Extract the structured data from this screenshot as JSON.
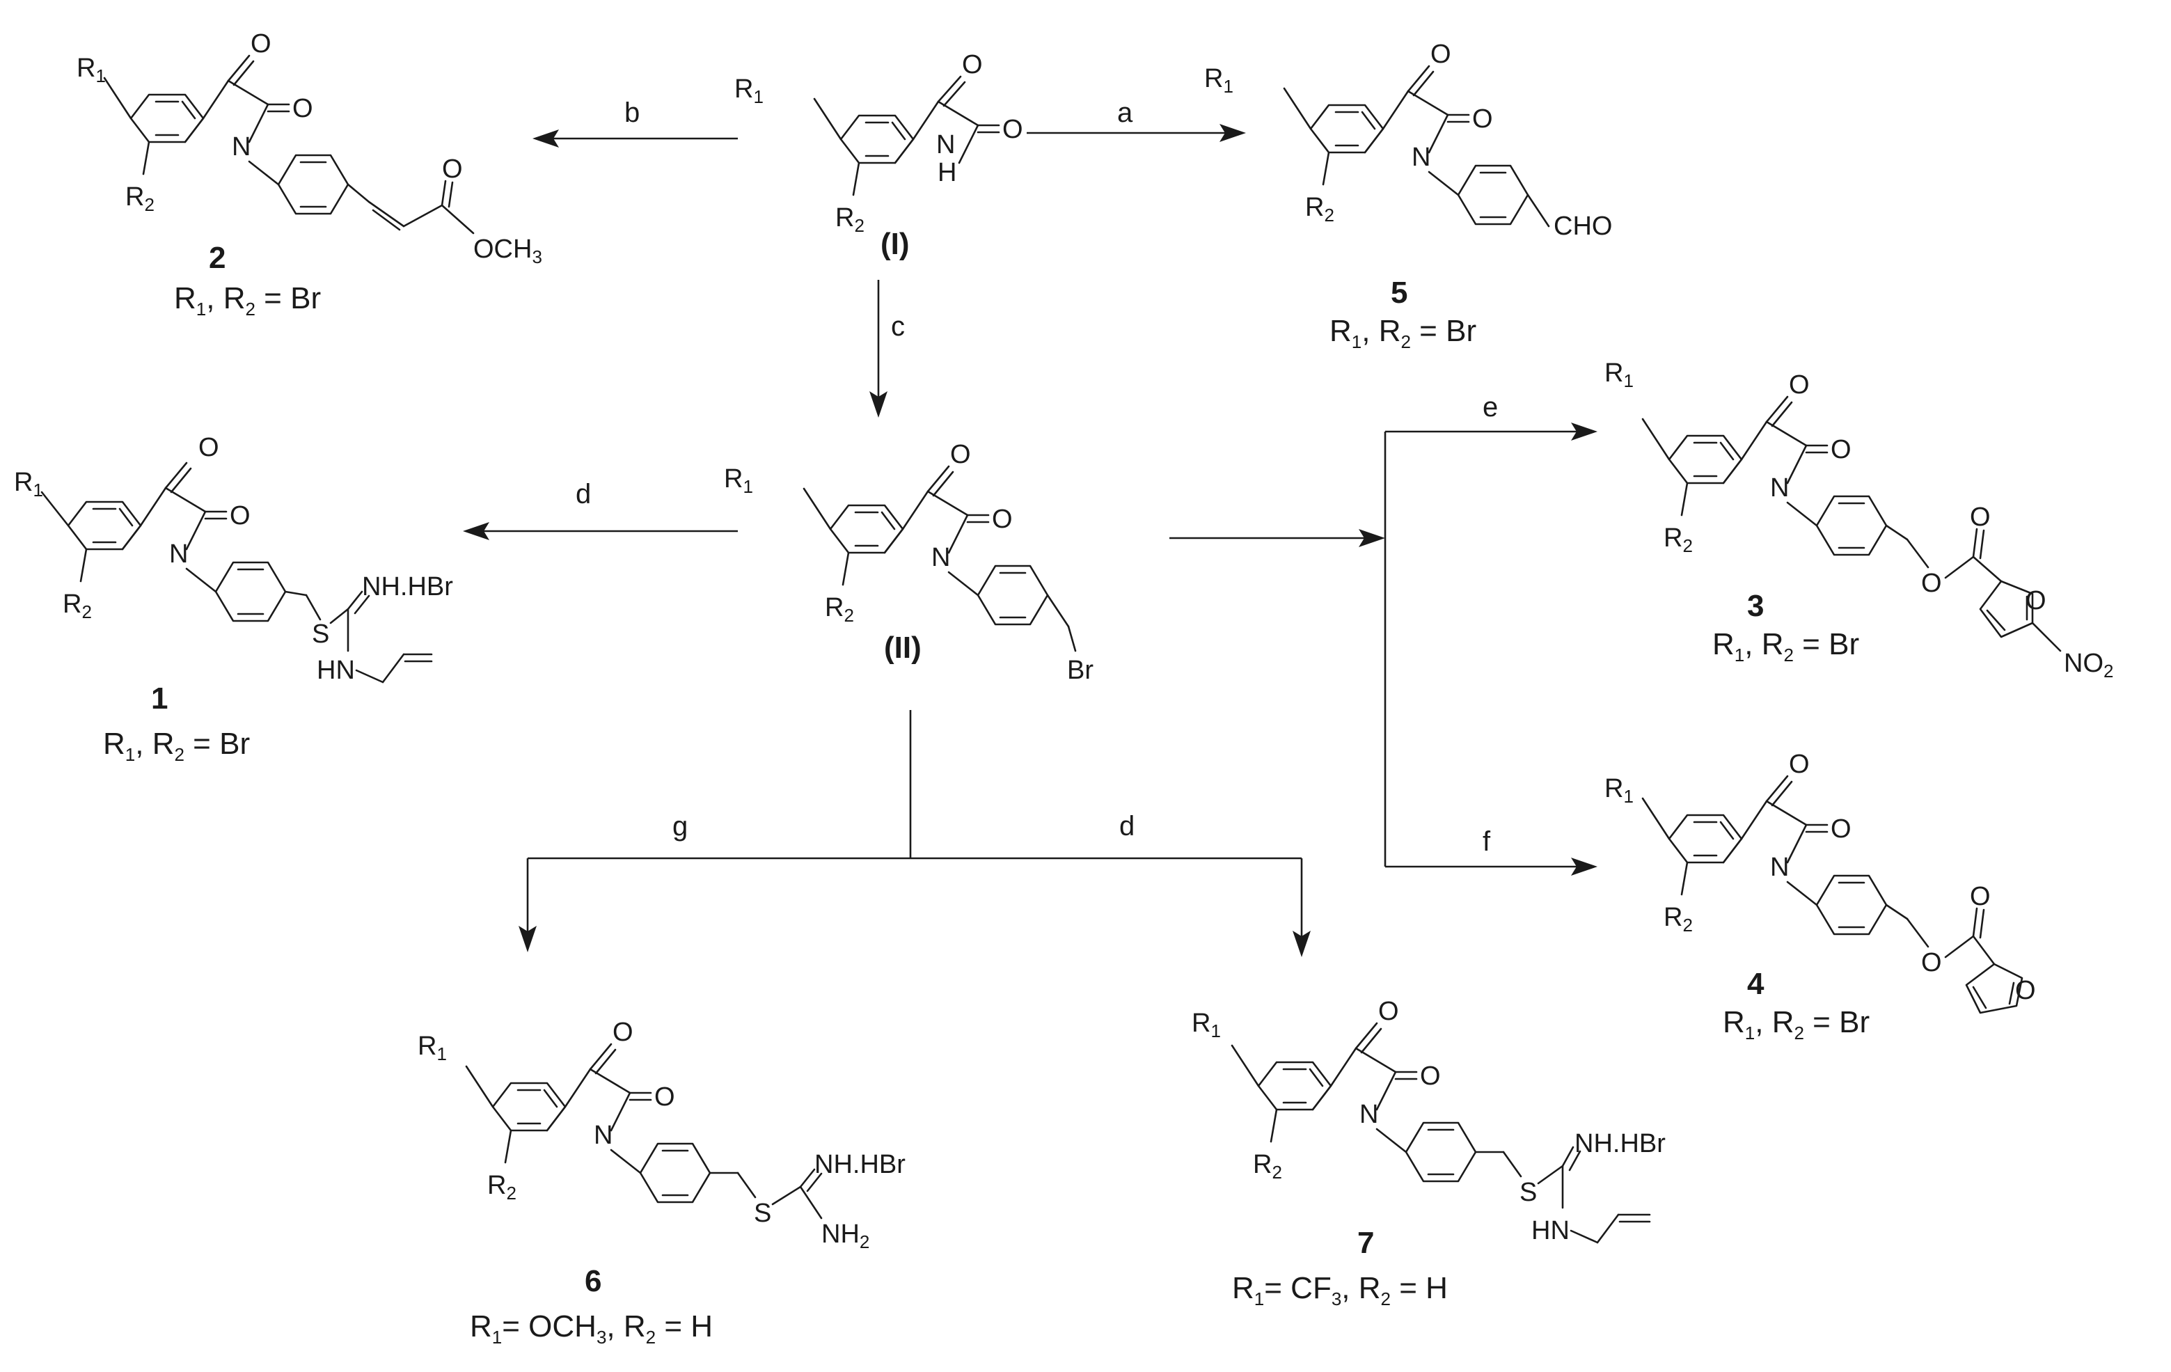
{
  "reagents": {
    "a": "a",
    "b": "b",
    "c": "c",
    "d1": "d",
    "d2": "d",
    "e": "e",
    "f": "f",
    "g": "g"
  },
  "labels": {
    "start": "(I)",
    "intermediate": "(II)",
    "c1": "1",
    "c2": "2",
    "c3": "3",
    "c4": "4",
    "c5": "5",
    "c6": "6",
    "c7": "7"
  },
  "atoms": {
    "O": "O",
    "N": "N",
    "H": "H",
    "R": "R",
    "S": "S",
    "s1": "1",
    "s2": "2",
    "s3": "3",
    "Br": "Br",
    "CHO": "CHO",
    "OCH3": "OCH",
    "NH_HBr": "NH.HBr",
    "HN": "HN",
    "NH2": "NH",
    "NO2": "NO"
  },
  "captions": {
    "c1": {
      "r1": "R",
      "s1": "1",
      "mid": ", R",
      "s2": "2",
      "tail": " = Br"
    },
    "c2": {
      "r1": "R",
      "s1": "1",
      "mid": ", R",
      "s2": "2",
      "tail": " = Br"
    },
    "c3": {
      "r1": "R",
      "s1": "1",
      "mid": ", R",
      "s2": "2",
      "tail": " = Br"
    },
    "c4": {
      "r1": "R",
      "s1": "1",
      "mid": ", R",
      "s2": "2",
      "tail": " = Br"
    },
    "c5": {
      "r1": "R",
      "s1": "1",
      "mid": ", R",
      "s2": "2",
      "tail": " = Br"
    },
    "c6": {
      "r1": "R",
      "s1": "1",
      "mid": "= OCH",
      "s3": "3",
      "mid2": ", R",
      "s2": "2",
      "tail": " = H"
    },
    "c7": {
      "r1": "R",
      "s1": "1",
      "mid": "= CF",
      "s3": "3",
      "mid2": ", R",
      "s2": "2",
      "tail": " = H"
    }
  }
}
